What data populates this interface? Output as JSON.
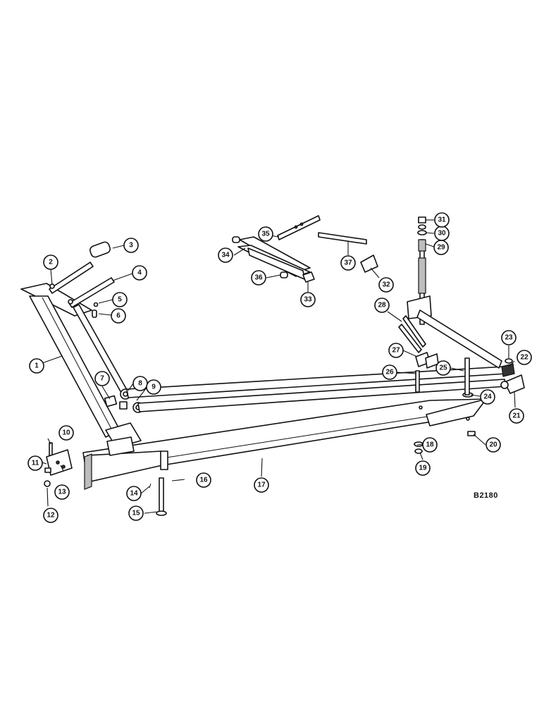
{
  "drawing_code": "B2180",
  "callouts": [
    "1",
    "2",
    "3",
    "4",
    "5",
    "6",
    "7",
    "8",
    "9",
    "10",
    "11",
    "12",
    "13",
    "14",
    "15",
    "16",
    "17",
    "18",
    "19",
    "20",
    "21",
    "22",
    "23",
    "24",
    "25",
    "26",
    "27",
    "28",
    "29",
    "30",
    "31",
    "32",
    "33",
    "34",
    "35",
    "36",
    "37"
  ],
  "colors": {
    "ink": "#111111",
    "paper": "#ffffff",
    "shade": "#bdbdbd"
  }
}
